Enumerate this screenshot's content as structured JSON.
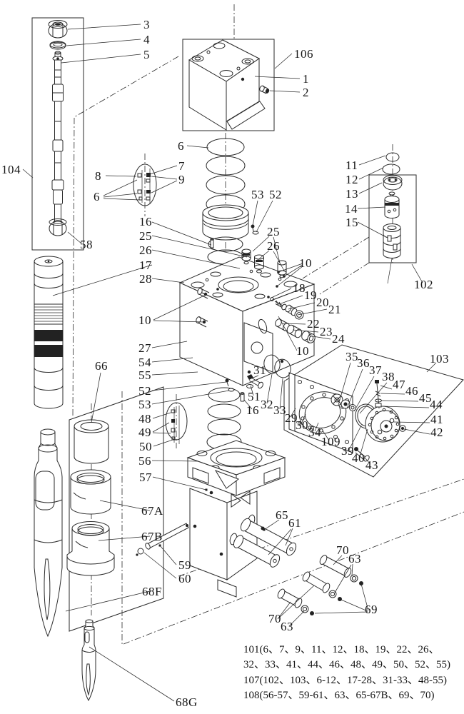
{
  "figure": {
    "type": "exploded-parts-diagram",
    "subject": "hydraulic-breaker-assembly",
    "background": "#ffffff",
    "line_color": "#2a2a2a"
  },
  "callouts": {
    "n3": "3",
    "n4": "4",
    "n5": "5",
    "n104": "104",
    "n58": "58",
    "n106": "106",
    "n1": "1",
    "n2": "2",
    "n6a": "6",
    "n7": "7",
    "n8": "8",
    "n9": "9",
    "n6b": "6",
    "n53a": "53",
    "n52a": "52",
    "n11": "11",
    "n12": "12",
    "n13": "13",
    "n14": "14",
    "n15": "15",
    "n102": "102",
    "n16a": "16",
    "n25a": "25",
    "n26a": "26",
    "n17": "17",
    "n28": "28",
    "n25b": "25",
    "n26b": "26",
    "n10a": "10",
    "n18": "18",
    "n19": "19",
    "n20": "20",
    "n21": "21",
    "n22": "22",
    "n23": "23",
    "n24": "24",
    "n10b": "10",
    "n10c": "10",
    "n27": "27",
    "n54": "54",
    "n55": "55",
    "n52b": "52",
    "n53b": "53",
    "n48": "48",
    "n49": "49",
    "n50": "50",
    "n56": "56",
    "n57": "57",
    "n31": "31",
    "n51": "51",
    "n16b": "16",
    "n32": "32",
    "n33": "33",
    "n29": "29",
    "n30": "30",
    "n34": "34",
    "n109": "109",
    "n35": "35",
    "n36": "36",
    "n37": "37",
    "n38": "38",
    "n103": "103",
    "n47": "47",
    "n46": "46",
    "n45": "45",
    "n44": "44",
    "n41": "41",
    "n42": "42",
    "n43": "43",
    "n39": "39",
    "n40": "40",
    "n66": "66",
    "n67A": "67A",
    "n67B": "67B",
    "n68F": "68F",
    "n68G": "68G",
    "n59": "59",
    "n60": "60",
    "n65": "65",
    "n61": "61",
    "n70a": "70",
    "n63a": "63",
    "n69": "69",
    "n70b": "70",
    "n63b": "63"
  },
  "legend": {
    "line1": "101(6、7、9、11、12、18、19、22、26、",
    "line2": "32、33、41、44、46、48、49、50、52、55)",
    "line3": "107(102、103、6-12、17-28、31-33、48-55)",
    "line4": "108(56-57、59-61、63、65-67B、69、70)"
  }
}
